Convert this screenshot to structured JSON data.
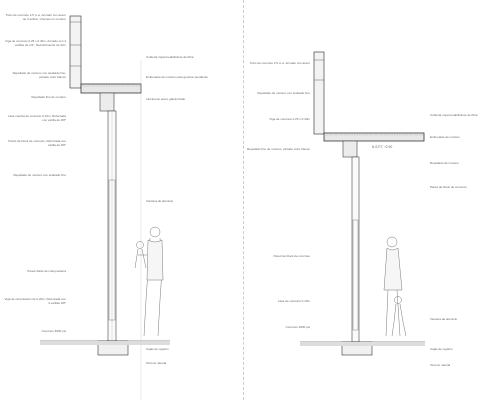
{
  "left_section": {
    "annotations_left": [
      "Tubo de concreto 2.5 m ø, Armado con acero de 3 anillos, Uniones en mortero",
      "Viga de concreto 0.25 x 0.40m, Armado con 4 varillas de 1/2\", Recubrimiento de 3cm",
      "Repellado de mortero con acabado fino, pintado color blanco",
      "Repellado fino de mortero",
      "Lasa maciza de concreto 0.10m, Reforzada con varilla de 3/8\"",
      "Pared de block de concreto, Reforzada con varilla de 3/8\"",
      "Repellado de mortero con acabado fino",
      "Pared doble de mampostería",
      "Viga de cimentación de 0.20m, Reforzada con 4 varillas 3/8\"",
      "Concreto 3000 psi"
    ],
    "annotations_right": [
      "Cubierta impermeabilizante de fibra",
      "Embonado de mortero para generar pendiente",
      "Lámina de acero galvanizado",
      "Ventana de aluminio",
      "Cajas de registro",
      "Terreno natural"
    ]
  },
  "right_section": {
    "annotations_left": [
      "Tubo de concreto 2.5 m ø, Armado con acero",
      "Repellado de mortero con acabado fino",
      "Viga de concreto 0.25 x 0.40m",
      "Repellado fino de mortero, pintado color blanco",
      "Pared de block de concreto",
      "Lasa de concreto 0.10m",
      "Concreto 3000 psi"
    ],
    "annotations_right": [
      "Cubierta impermeabilizante de fibra",
      "Embonado de mortero",
      "Repellado de mortero",
      "Pared de block de concreto",
      "Ventana de aluminio",
      "Cajas de registro",
      "Terreno natural"
    ],
    "level_mark": "N.S.P.T. +2.90"
  }
}
